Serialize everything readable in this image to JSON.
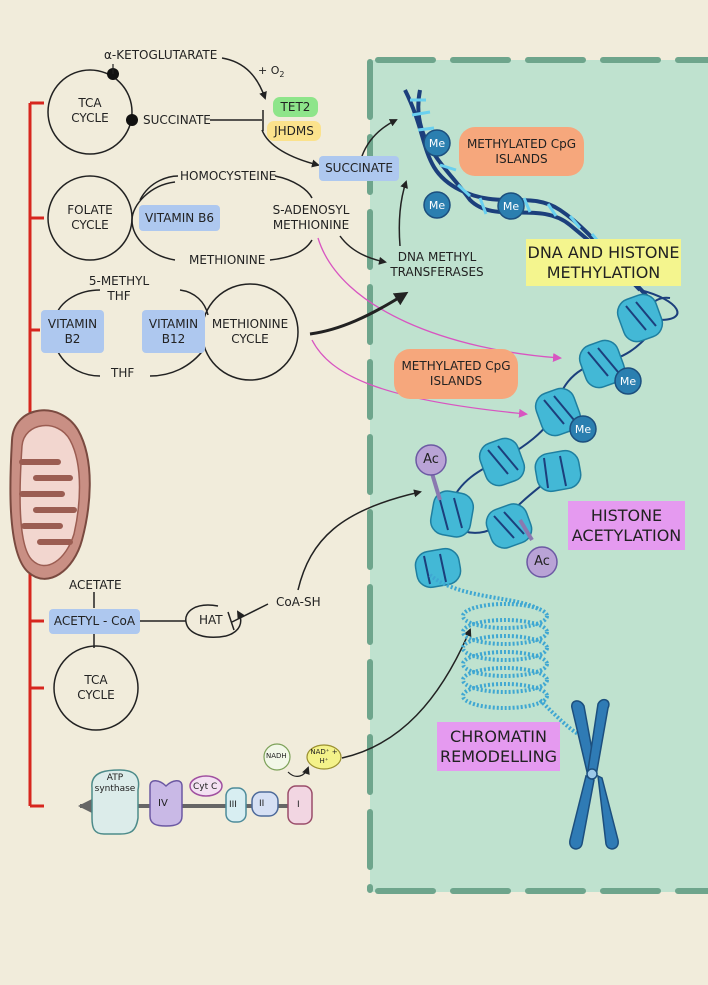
{
  "metabolism": {
    "alpha_ketoglutarate": "α-KETOGLUTARATE",
    "o2": "+ O",
    "o2_sub": "2",
    "tca_cycle": "TCA CYCLE",
    "succinate": "SUCCINATE",
    "tet2": "TET2",
    "jhdms": "JHDMS",
    "succinate_box": "SUCCINATE",
    "homocysteine": "HOMOCYSTEINE",
    "folate_cycle": "FOLATE CYCLE",
    "vitamin_b6": "VITAMIN B6",
    "s_adenosyl_methionine": "S-ADENOSYL METHIONINE",
    "methionine": "METHIONINE",
    "dna_methyl_transferases": "DNA METHYL TRANSFERASES",
    "five_methyl_thf": "5-METHYL THF",
    "vitamin_b2": "VITAMIN B2",
    "vitamin_b12": "VITAMIN B12",
    "methionine_cycle": "METHIONINE CYCLE",
    "thf": "THF",
    "acetate": "ACETATE",
    "acetyl_coa": "ACETYL - CoA",
    "hat": "HAT",
    "coa_sh": "CoA-SH",
    "tca_cycle_2": "TCA CYCLE"
  },
  "etc": {
    "atp_synthase": "ATP synthase",
    "complex_iv": "IV",
    "cyt_c": "Cyt C",
    "complex_iii": "III",
    "complex_ii": "II",
    "complex_i": "I",
    "nadh": "NADH",
    "nad_plus": "NAD⁺ + H⁺"
  },
  "nucleus": {
    "methylated_cpg_1": "METHYLATED CpG ISLANDS",
    "methylated_cpg_2": "METHYLATED CpG ISLANDS",
    "me": "Me",
    "ac": "Ac",
    "dna_histone_methylation": "DNA AND HISTONE METHYLATION",
    "histone_acetylation": "HISTONE ACETYLATION",
    "chromatin_remodelling": "CHROMATIN REMODELLING"
  },
  "colors": {
    "background": "#f1ecdb",
    "nucleus": "#bfe2cf",
    "nucleus_border": "#6ea58c",
    "red_bracket": "#d7261e",
    "nucleosome": "#43b8d6",
    "dna": "#1c3f7c",
    "me_circle": "#2b7fb0",
    "ac_circle": "#b9a3d6",
    "magenta_arrow": "#d855c1",
    "mitochondrion": "#c98f84"
  }
}
